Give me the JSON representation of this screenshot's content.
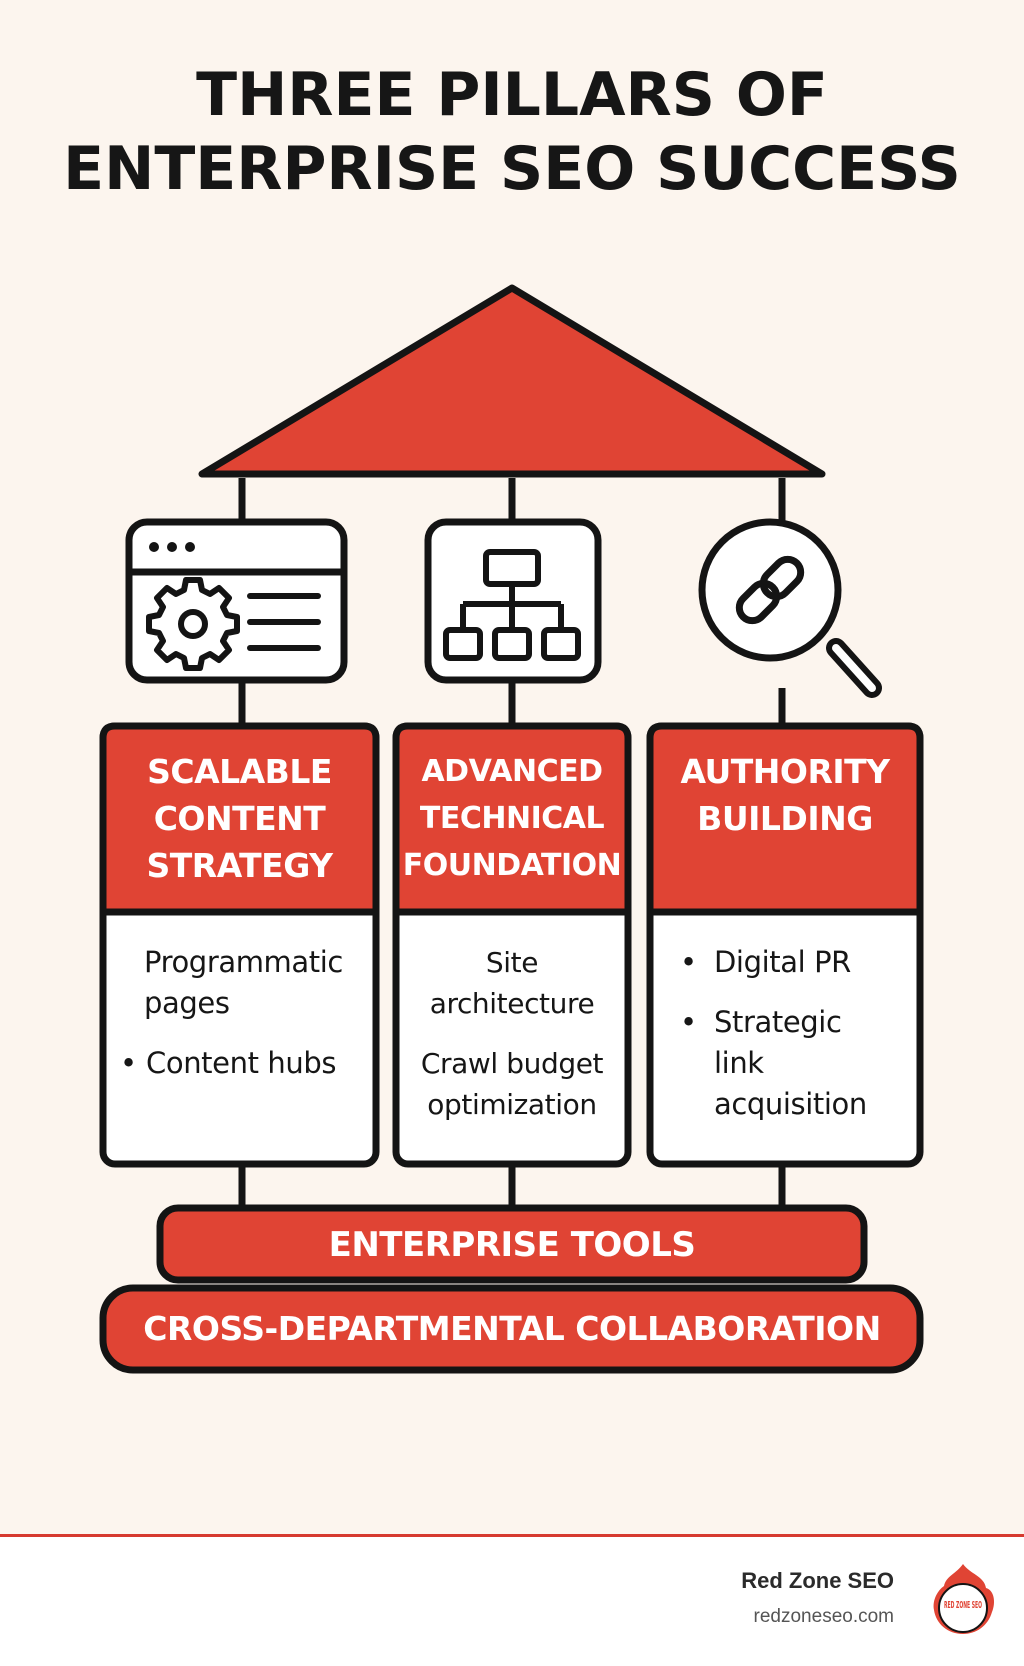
{
  "title": {
    "line1": "THREE PILLARS OF",
    "line2": "ENTERPRISE SEO SUCCESS"
  },
  "colors": {
    "accent": "#e04434",
    "outline": "#141414",
    "background": "#fcf5ee"
  },
  "pillars": [
    {
      "icon": "browser-gear-icon",
      "title_lines": [
        "SCALABLE",
        "CONTENT",
        "STRATEGY"
      ],
      "items": [
        "Programmatic pages",
        "Content hubs"
      ]
    },
    {
      "icon": "sitemap-icon",
      "title_lines": [
        "ADVANCED",
        "TECHNICAL",
        "FOUNDATION"
      ],
      "items": [
        "Site architecture",
        "Crawl budget optimization"
      ]
    },
    {
      "icon": "link-magnifier-icon",
      "title_lines": [
        "AUTHORITY",
        "BUILDING"
      ],
      "items": [
        "Digital PR",
        "Strategic link acquisition"
      ]
    }
  ],
  "base": {
    "upper": "ENTERPRISE TOOLS",
    "lower": "CROSS-DEPARTMENTAL COLLABORATION"
  },
  "footer": {
    "brand": "Red Zone SEO",
    "url": "redzoneseo.com",
    "logo_text": "RED ZONE SEO",
    "logo_icon": "flame-logo-icon"
  }
}
